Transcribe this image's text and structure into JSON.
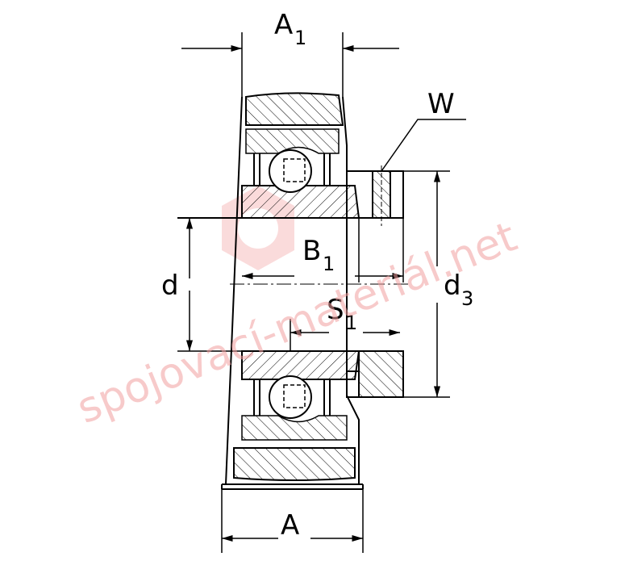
{
  "labels": {
    "A1": {
      "main": "A",
      "sub": "1"
    },
    "W": "W",
    "B1": {
      "main": "B",
      "sub": "1"
    },
    "d": "d",
    "d3": {
      "main": "d",
      "sub": "3"
    },
    "S1": {
      "main": "S",
      "sub": "1"
    },
    "A": "A"
  },
  "watermark": "spojovací-materiál.net",
  "colors": {
    "line": "#000000",
    "watermark": "#f2a0a0",
    "logo": "#f7b8b8"
  }
}
